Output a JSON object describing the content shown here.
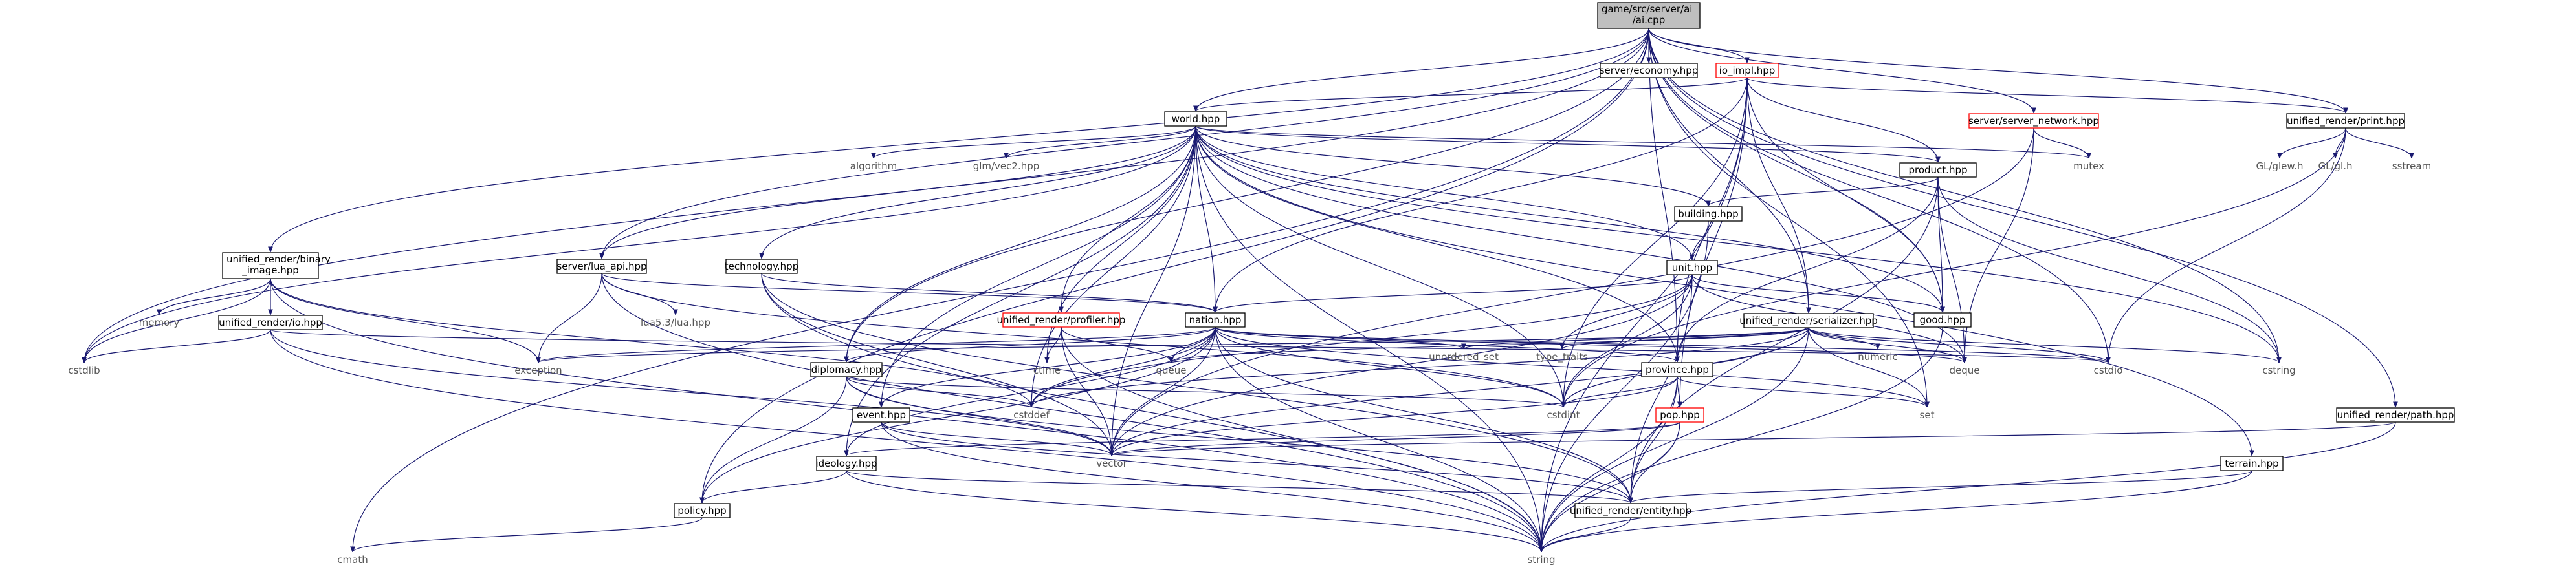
{
  "graph": {
    "nodes": [
      {
        "id": "root",
        "label": [
          "game/src/server/ai",
          "/ai.cpp"
        ],
        "style": "root"
      },
      {
        "id": "economy",
        "label": [
          "server/economy.hpp"
        ],
        "style": "normal"
      },
      {
        "id": "io_impl",
        "label": [
          "io_impl.hpp"
        ],
        "style": "red"
      },
      {
        "id": "server_network",
        "label": [
          "server/server_network.hpp"
        ],
        "style": "red"
      },
      {
        "id": "print",
        "label": [
          "unified_render/print.hpp"
        ],
        "style": "normal"
      },
      {
        "id": "world",
        "label": [
          "world.hpp"
        ],
        "style": "normal"
      },
      {
        "id": "product",
        "label": [
          "product.hpp"
        ],
        "style": "normal"
      },
      {
        "id": "building",
        "label": [
          "building.hpp"
        ],
        "style": "normal"
      },
      {
        "id": "unit",
        "label": [
          "unit.hpp"
        ],
        "style": "normal"
      },
      {
        "id": "good",
        "label": [
          "good.hpp"
        ],
        "style": "normal"
      },
      {
        "id": "technology",
        "label": [
          "technology.hpp"
        ],
        "style": "normal"
      },
      {
        "id": "lua_api",
        "label": [
          "server/lua_api.hpp"
        ],
        "style": "normal"
      },
      {
        "id": "binary_image",
        "label": [
          "unified_render/binary",
          "_image.hpp"
        ],
        "style": "normal"
      },
      {
        "id": "io",
        "label": [
          "unified_render/io.hpp"
        ],
        "style": "normal"
      },
      {
        "id": "profiler",
        "label": [
          "unified_render/profiler.hpp"
        ],
        "style": "red"
      },
      {
        "id": "nation",
        "label": [
          "nation.hpp"
        ],
        "style": "normal"
      },
      {
        "id": "serializer",
        "label": [
          "unified_render/serializer.hpp"
        ],
        "style": "normal"
      },
      {
        "id": "diplomacy",
        "label": [
          "diplomacy.hpp"
        ],
        "style": "normal"
      },
      {
        "id": "province",
        "label": [
          "province.hpp"
        ],
        "style": "normal"
      },
      {
        "id": "event",
        "label": [
          "event.hpp"
        ],
        "style": "normal"
      },
      {
        "id": "pop",
        "label": [
          "pop.hpp"
        ],
        "style": "red"
      },
      {
        "id": "ideology",
        "label": [
          "ideology.hpp"
        ],
        "style": "normal"
      },
      {
        "id": "policy",
        "label": [
          "policy.hpp"
        ],
        "style": "normal"
      },
      {
        "id": "entity",
        "label": [
          "unified_render/entity.hpp"
        ],
        "style": "normal"
      },
      {
        "id": "path",
        "label": [
          "unified_render/path.hpp"
        ],
        "style": "normal"
      },
      {
        "id": "terrain",
        "label": [
          "terrain.hpp"
        ],
        "style": "normal"
      },
      {
        "id": "algorithm",
        "label": [
          "algorithm"
        ],
        "style": "leaf"
      },
      {
        "id": "glm_vec2",
        "label": [
          "glm/vec2.hpp"
        ],
        "style": "leaf"
      },
      {
        "id": "mutex",
        "label": [
          "mutex"
        ],
        "style": "leaf"
      },
      {
        "id": "glew",
        "label": [
          "GL/glew.h"
        ],
        "style": "leaf"
      },
      {
        "id": "gl",
        "label": [
          "GL/gl.h"
        ],
        "style": "leaf"
      },
      {
        "id": "sstream",
        "label": [
          "sstream"
        ],
        "style": "leaf"
      },
      {
        "id": "memory",
        "label": [
          "memory"
        ],
        "style": "leaf"
      },
      {
        "id": "lua",
        "label": [
          "lua5.3/lua.hpp"
        ],
        "style": "leaf"
      },
      {
        "id": "cstdlib",
        "label": [
          "cstdlib"
        ],
        "style": "leaf"
      },
      {
        "id": "exception",
        "label": [
          "exception"
        ],
        "style": "leaf"
      },
      {
        "id": "ctime",
        "label": [
          "ctime"
        ],
        "style": "leaf"
      },
      {
        "id": "queue",
        "label": [
          "queue"
        ],
        "style": "leaf"
      },
      {
        "id": "unordered_set",
        "label": [
          "unordered_set"
        ],
        "style": "leaf"
      },
      {
        "id": "type_traits",
        "label": [
          "type_traits"
        ],
        "style": "leaf"
      },
      {
        "id": "numeric",
        "label": [
          "numeric"
        ],
        "style": "leaf"
      },
      {
        "id": "deque",
        "label": [
          "deque"
        ],
        "style": "leaf"
      },
      {
        "id": "cstdio",
        "label": [
          "cstdio"
        ],
        "style": "leaf"
      },
      {
        "id": "cstring",
        "label": [
          "cstring"
        ],
        "style": "leaf"
      },
      {
        "id": "cstddef",
        "label": [
          "cstddef"
        ],
        "style": "leaf"
      },
      {
        "id": "cstdint",
        "label": [
          "cstdint"
        ],
        "style": "leaf"
      },
      {
        "id": "set",
        "label": [
          "set"
        ],
        "style": "leaf"
      },
      {
        "id": "vector",
        "label": [
          "vector"
        ],
        "style": "leaf"
      },
      {
        "id": "cmath",
        "label": [
          "cmath"
        ],
        "style": "leaf"
      },
      {
        "id": "string",
        "label": [
          "string"
        ],
        "style": "leaf"
      }
    ],
    "edges": [
      [
        "root",
        "economy"
      ],
      [
        "root",
        "io_impl"
      ],
      [
        "root",
        "server_network"
      ],
      [
        "root",
        "print"
      ],
      [
        "root",
        "world"
      ],
      [
        "root",
        "lua_api"
      ],
      [
        "root",
        "binary_image"
      ],
      [
        "root",
        "diplomacy"
      ],
      [
        "root",
        "province"
      ],
      [
        "root",
        "serializer"
      ],
      [
        "root",
        "cstdlib"
      ],
      [
        "root",
        "cmath"
      ],
      [
        "root",
        "policy"
      ],
      [
        "root",
        "cstring"
      ],
      [
        "root",
        "cstdio"
      ],
      [
        "root",
        "set"
      ],
      [
        "root",
        "path"
      ],
      [
        "root",
        "good"
      ],
      [
        "io_impl",
        "world"
      ],
      [
        "io_impl",
        "print"
      ],
      [
        "io_impl",
        "product"
      ],
      [
        "io_impl",
        "serializer"
      ],
      [
        "io_impl",
        "nation"
      ],
      [
        "io_impl",
        "province"
      ],
      [
        "io_impl",
        "pop"
      ],
      [
        "io_impl",
        "good"
      ],
      [
        "io_impl",
        "cstdint"
      ],
      [
        "io_impl",
        "string"
      ],
      [
        "server_network",
        "mutex"
      ],
      [
        "server_network",
        "deque"
      ],
      [
        "server_network",
        "vector"
      ],
      [
        "print",
        "glew"
      ],
      [
        "print",
        "gl"
      ],
      [
        "print",
        "sstream"
      ],
      [
        "print",
        "cstdio"
      ],
      [
        "print",
        "cstdint"
      ],
      [
        "world",
        "algorithm"
      ],
      [
        "world",
        "glm_vec2"
      ],
      [
        "world",
        "mutex"
      ],
      [
        "world",
        "product"
      ],
      [
        "world",
        "building"
      ],
      [
        "world",
        "unit"
      ],
      [
        "world",
        "good"
      ],
      [
        "world",
        "technology"
      ],
      [
        "world",
        "lua_api"
      ],
      [
        "world",
        "profiler"
      ],
      [
        "world",
        "nation"
      ],
      [
        "world",
        "diplomacy"
      ],
      [
        "world",
        "province"
      ],
      [
        "world",
        "ideology"
      ],
      [
        "world",
        "cstdlib"
      ],
      [
        "world",
        "ctime"
      ],
      [
        "world",
        "cstddef"
      ],
      [
        "world",
        "cstdint"
      ],
      [
        "world",
        "string"
      ],
      [
        "world",
        "vector"
      ],
      [
        "world",
        "deque"
      ],
      [
        "world",
        "cstring"
      ],
      [
        "world",
        "terrain"
      ],
      [
        "world",
        "event"
      ],
      [
        "product",
        "building"
      ],
      [
        "product",
        "province"
      ],
      [
        "product",
        "good"
      ],
      [
        "product",
        "deque"
      ],
      [
        "product",
        "entity"
      ],
      [
        "product",
        "cstring"
      ],
      [
        "building",
        "unit"
      ],
      [
        "building",
        "string"
      ],
      [
        "unit",
        "nation"
      ],
      [
        "unit",
        "good"
      ],
      [
        "unit",
        "type_traits"
      ],
      [
        "unit",
        "cstdint"
      ],
      [
        "unit",
        "vector"
      ],
      [
        "unit",
        "entity"
      ],
      [
        "unit",
        "cstddef"
      ],
      [
        "unit",
        "deque"
      ],
      [
        "good",
        "string"
      ],
      [
        "technology",
        "nation"
      ],
      [
        "technology",
        "entity"
      ],
      [
        "technology",
        "string"
      ],
      [
        "technology",
        "vector"
      ],
      [
        "lua_api",
        "nation"
      ],
      [
        "lua_api",
        "lua"
      ],
      [
        "lua_api",
        "exception"
      ],
      [
        "lua_api",
        "string"
      ],
      [
        "lua_api",
        "cstdint"
      ],
      [
        "binary_image",
        "memory"
      ],
      [
        "binary_image",
        "io"
      ],
      [
        "binary_image",
        "exception"
      ],
      [
        "binary_image",
        "cstddef"
      ],
      [
        "binary_image",
        "string"
      ],
      [
        "binary_image",
        "cstdlib"
      ],
      [
        "io",
        "cstdlib"
      ],
      [
        "io",
        "string"
      ],
      [
        "io",
        "vector"
      ],
      [
        "io",
        "cstdio"
      ],
      [
        "profiler",
        "queue"
      ],
      [
        "profiler",
        "ctime"
      ],
      [
        "profiler",
        "string"
      ],
      [
        "profiler",
        "vector"
      ],
      [
        "nation",
        "diplomacy"
      ],
      [
        "nation",
        "event"
      ],
      [
        "nation",
        "ideology"
      ],
      [
        "nation",
        "policy"
      ],
      [
        "nation",
        "province"
      ],
      [
        "nation",
        "entity"
      ],
      [
        "nation",
        "queue"
      ],
      [
        "nation",
        "unordered_set"
      ],
      [
        "nation",
        "set"
      ],
      [
        "nation",
        "deque"
      ],
      [
        "nation",
        "cstdint"
      ],
      [
        "nation",
        "cstddef"
      ],
      [
        "nation",
        "vector"
      ],
      [
        "nation",
        "string"
      ],
      [
        "nation",
        "exception"
      ],
      [
        "nation",
        "cstdio"
      ],
      [
        "serializer",
        "exception"
      ],
      [
        "serializer",
        "queue"
      ],
      [
        "serializer",
        "unordered_set"
      ],
      [
        "serializer",
        "type_traits"
      ],
      [
        "serializer",
        "numeric"
      ],
      [
        "serializer",
        "deque"
      ],
      [
        "serializer",
        "cstdio"
      ],
      [
        "serializer",
        "cstring"
      ],
      [
        "serializer",
        "cstddef"
      ],
      [
        "serializer",
        "cstdint"
      ],
      [
        "serializer",
        "set"
      ],
      [
        "serializer",
        "vector"
      ],
      [
        "serializer",
        "string"
      ],
      [
        "diplomacy",
        "policy"
      ],
      [
        "diplomacy",
        "entity"
      ],
      [
        "diplomacy",
        "cstdint"
      ],
      [
        "diplomacy",
        "cstddef"
      ],
      [
        "diplomacy",
        "vector"
      ],
      [
        "province",
        "pop"
      ],
      [
        "province",
        "set"
      ],
      [
        "province",
        "cstdint"
      ],
      [
        "province",
        "vector"
      ],
      [
        "province",
        "entity"
      ],
      [
        "province",
        "string"
      ],
      [
        "event",
        "entity"
      ],
      [
        "event",
        "vector"
      ],
      [
        "event",
        "string"
      ],
      [
        "pop",
        "ideology"
      ],
      [
        "pop",
        "entity"
      ],
      [
        "pop",
        "vector"
      ],
      [
        "pop",
        "string"
      ],
      [
        "ideology",
        "policy"
      ],
      [
        "ideology",
        "entity"
      ],
      [
        "ideology",
        "string"
      ],
      [
        "policy",
        "cmath"
      ],
      [
        "entity",
        "string"
      ],
      [
        "path",
        "vector"
      ],
      [
        "path",
        "string"
      ],
      [
        "terrain",
        "entity"
      ],
      [
        "terrain",
        "string"
      ]
    ]
  }
}
